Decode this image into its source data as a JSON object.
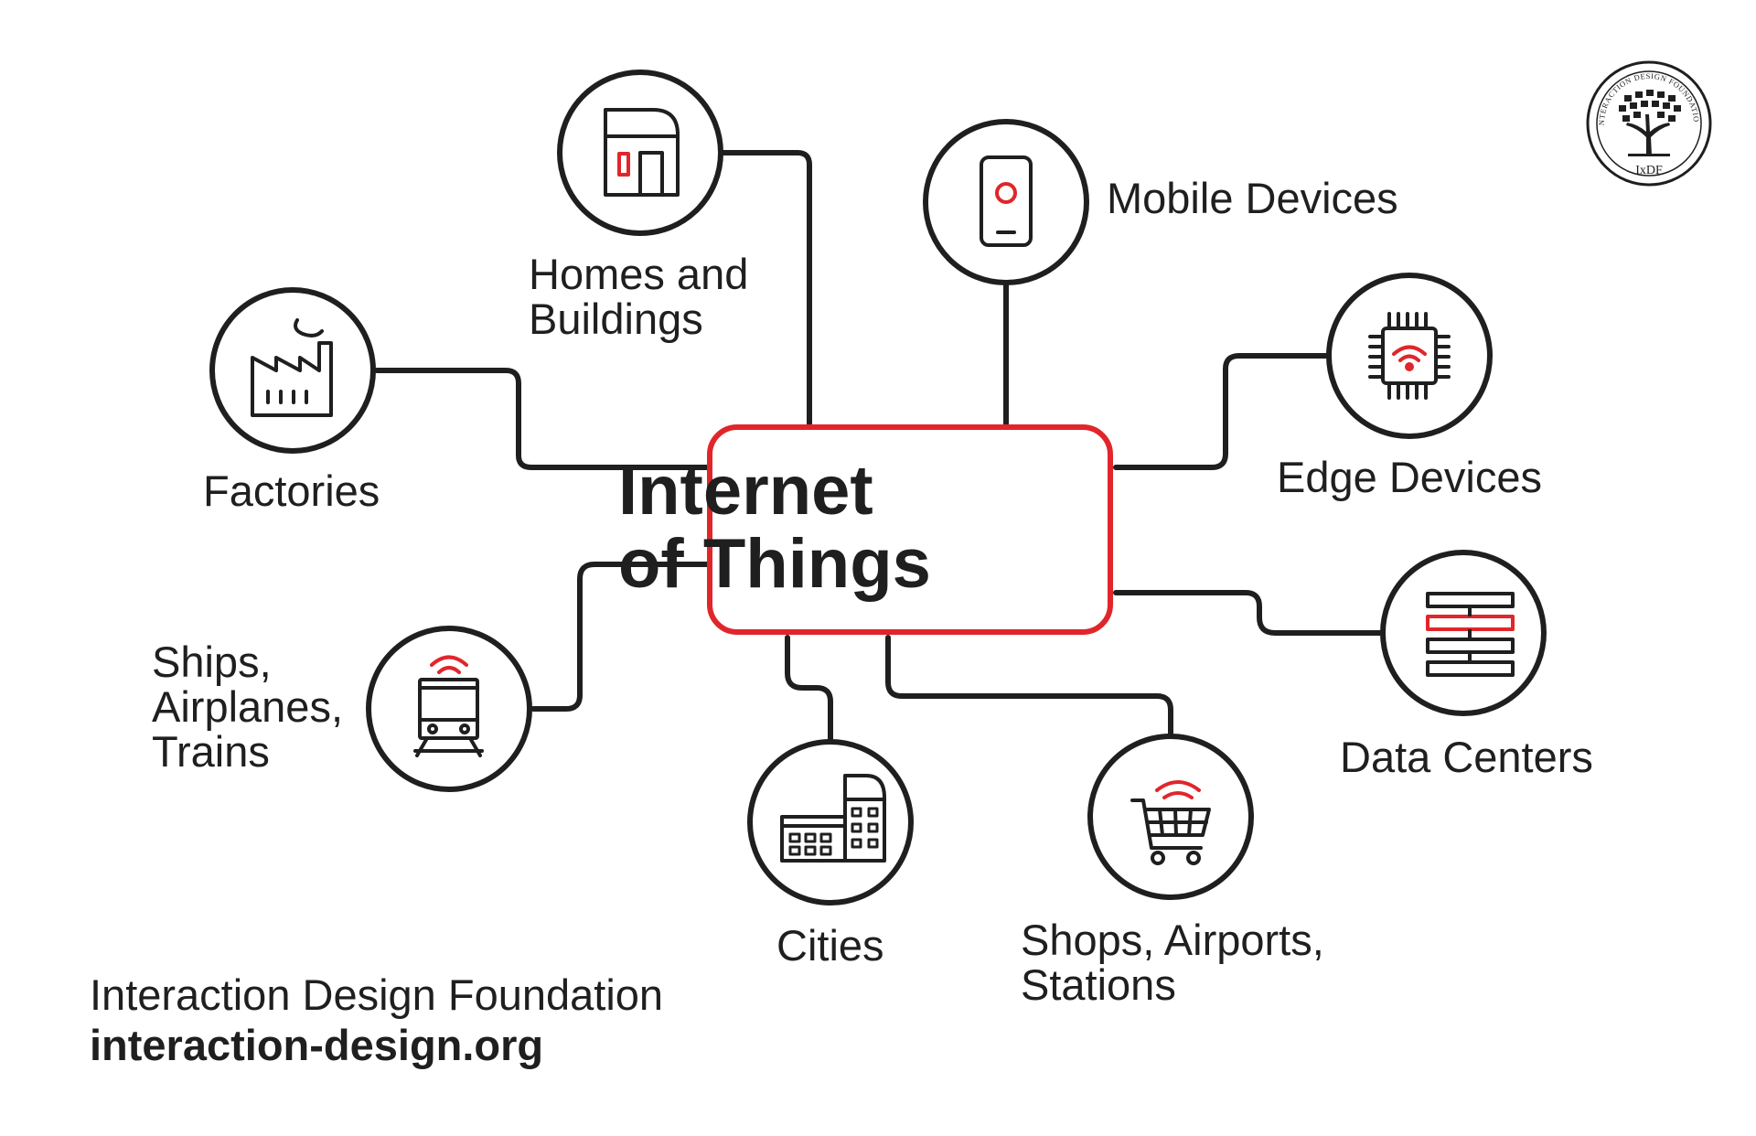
{
  "hub": {
    "label": "Internet\nof Things"
  },
  "nodes": {
    "homes": {
      "label": "Homes and\nBuildings",
      "icon": "house-icon"
    },
    "mobile": {
      "label": "Mobile Devices",
      "icon": "smartphone-icon"
    },
    "factories": {
      "label": "Factories",
      "icon": "factory-icon"
    },
    "edge": {
      "label": "Edge Devices",
      "icon": "chip-wifi-icon"
    },
    "transport": {
      "label": "Ships,\nAirplanes,\nTrains",
      "icon": "train-icon"
    },
    "datacenters": {
      "label": "Data Centers",
      "icon": "server-rack-icon"
    },
    "cities": {
      "label": "Cities",
      "icon": "city-buildings-icon"
    },
    "shops": {
      "label": "Shops, Airports,\nStations",
      "icon": "shopping-cart-icon"
    }
  },
  "logo": {
    "text": "IxDF",
    "ring_text": "INTERACTION DESIGN FOUNDATION"
  },
  "footer": {
    "name": "Interaction Design Foundation",
    "url": "interaction-design.org"
  },
  "colors": {
    "accent": "#e0262b",
    "ink": "#1f1f1f",
    "background": "#ffffff"
  }
}
